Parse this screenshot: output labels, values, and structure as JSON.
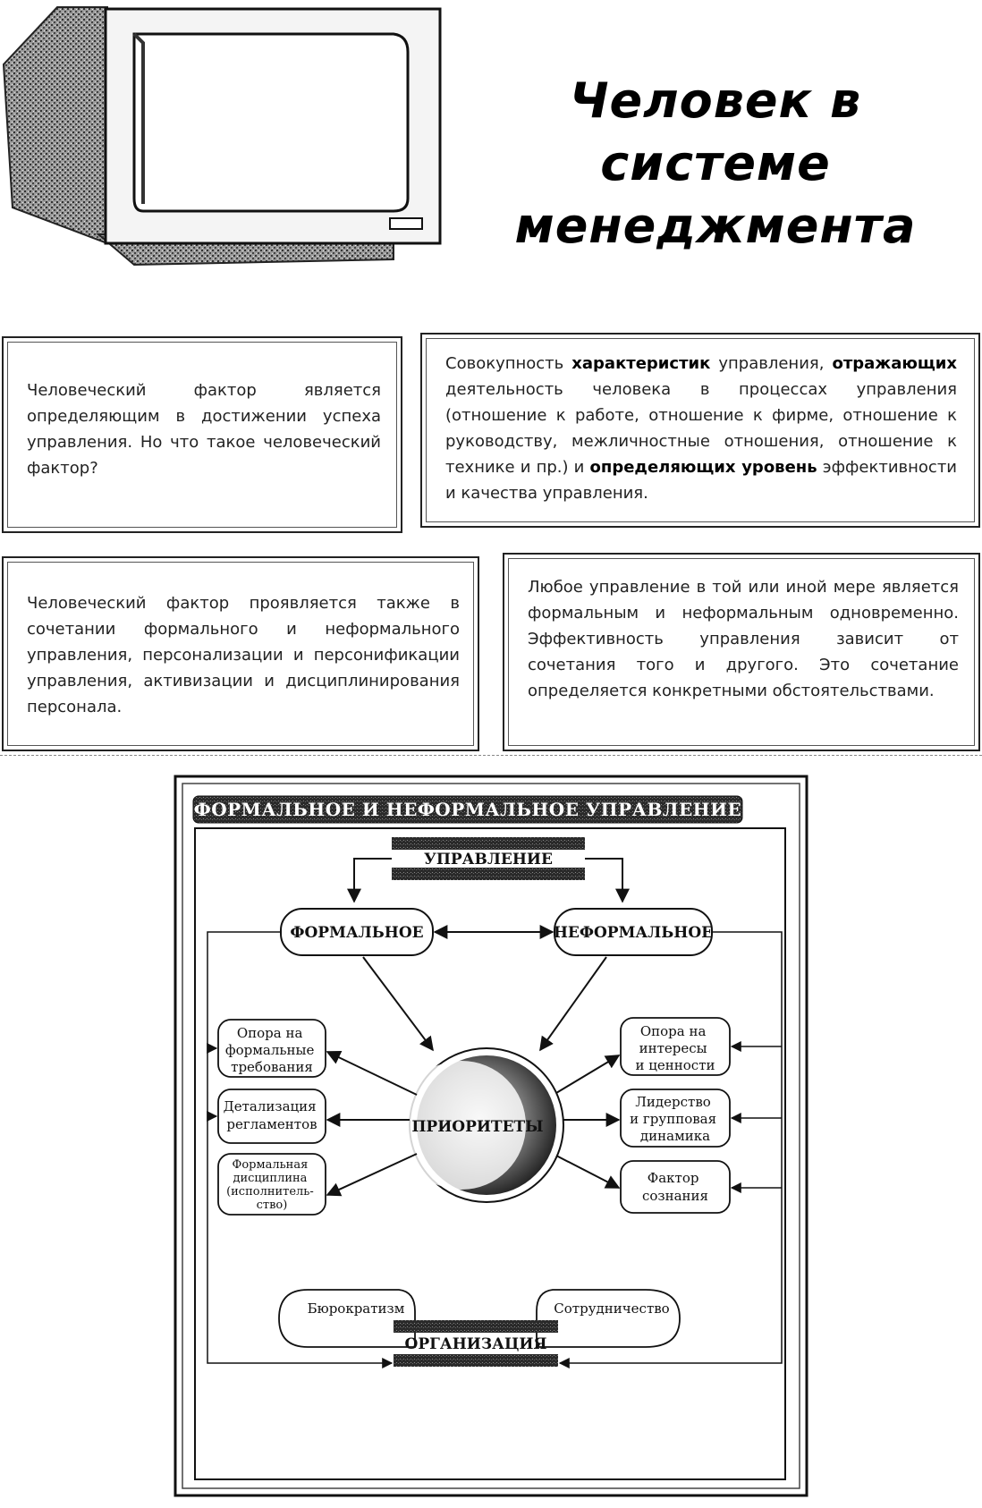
{
  "title": {
    "line1": "Человек в системе",
    "line2": "менеджмента"
  },
  "box1": {
    "text": "Человеческий фактор является определяющим в достижении успеха управления. Но что такое человеческий фактор?"
  },
  "box2": {
    "t1": "Совокупность ",
    "b1": "характеристик",
    "t2": " управления, ",
    "b2": "отражающих",
    "t3": " деятельность человека в процессах управления (отношение к работе, отношение к фирме, отношение к руководству, межличностные отношения, отношение к технике и пр.) и ",
    "b3": "определяющих уровень",
    "t4": " эффективности и качества управления."
  },
  "box3": {
    "text": "Человеческий фактор проявляется также в сочетании формального и неформального управления, персонализации и персонификации управления, активизации и дисциплинирования персонала."
  },
  "box4": {
    "text": "Любое управление в той или иной мере является формальным и неформальным одновременно. Эффективность управления зависит от сочетания того и другого. Это сочетание определяется конкретными обстоятельствами."
  },
  "diagram": {
    "header": "ФОРМАЛЬНОЕ И НЕФОРМАЛЬНОЕ УПРАВЛЕНИЕ",
    "top": "УПРАВЛЕНИЕ",
    "formal": "ФОРМАЛЬНОЕ",
    "informal": "НЕФОРМАЛЬНОЕ",
    "center": "ПРИОРИТЕТЫ",
    "left_items": [
      [
        "Опора на",
        "формальные",
        "требования"
      ],
      [
        "Детализация",
        "регламентов"
      ],
      [
        "Формальная",
        "дисциплина",
        "(исполнитель-",
        "ство)"
      ]
    ],
    "right_items": [
      [
        "Опора на",
        "интересы",
        "и ценности"
      ],
      [
        "Лидерство",
        "и групповая",
        "динамика"
      ],
      [
        "Фактор",
        "сознания"
      ]
    ],
    "bottom_left": "Бюрократизм",
    "bottom_right": "Сотрудничество",
    "bottom": "ОРГАНИЗАЦИЯ"
  },
  "colors": {
    "ink": "#111111",
    "paper": "#ffffff",
    "band": "#2a2a2a"
  }
}
